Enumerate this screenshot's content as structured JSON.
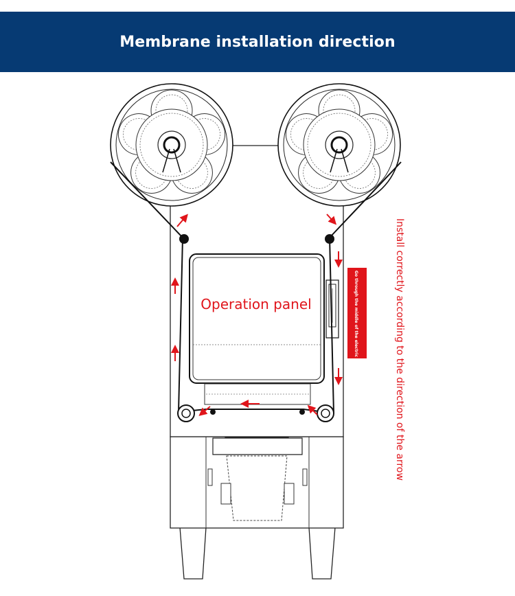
{
  "header": {
    "title": "Membrane installation direction"
  },
  "panel": {
    "label": "Operation panel"
  },
  "eye_note": {
    "text": "Go through the middle of the electric eye"
  },
  "side_note": {
    "text": "Install correctly according to the direction of the arrow"
  },
  "colors": {
    "header_bg": "#063a73",
    "accent": "#e0151b",
    "line": "#1b1b1b"
  }
}
